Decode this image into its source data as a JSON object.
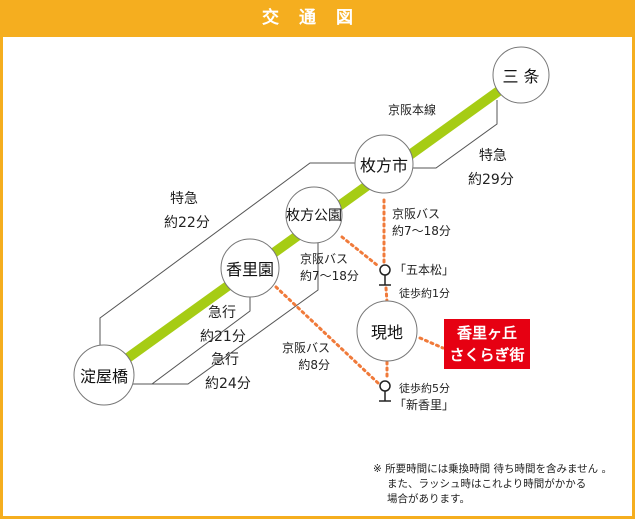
{
  "title": "交通図",
  "stations": {
    "sanjo": "三 条",
    "hirakatashi": "枚方市",
    "hirakatakoen": "枚方公園",
    "korien": "香里園",
    "yodoyabashi": "淀屋橋",
    "genchi": "現地"
  },
  "line_name": "京阪本線",
  "routes": {
    "tokkyu29": {
      "type": "特急",
      "time": "約29分"
    },
    "tokkyu22": {
      "type": "特急",
      "time": "約22分"
    },
    "kyuko21": {
      "type": "急行",
      "time": "約21分"
    },
    "kyuko24": {
      "type": "急行",
      "time": "約24分"
    },
    "bus_hirakatashi": {
      "type": "京阪バス",
      "time": "約7～18分"
    },
    "bus_hirakatakoen": {
      "type": "京阪バス",
      "time": "約7～18分"
    },
    "bus_korien": {
      "type": "京阪バス",
      "time": "約8分"
    }
  },
  "stops": {
    "gohonmatsu": "「五本松」",
    "walk1": "徒歩約1分",
    "shinkori": "「新香里」",
    "walk5": "徒歩約5分"
  },
  "property": {
    "line1": "香里ヶ丘",
    "line2": "さくらぎ街"
  },
  "note": {
    "line1": "※ 所要時間には乗換時間 待ち時間を含みません 。",
    "line2": "また、ラッシュ時はこれより時間がかかる",
    "line3": "場合があります。"
  },
  "colors": {
    "accent": "#f5ae1f",
    "rail": "#a6cc14",
    "bus": "#f07a3a",
    "property": "#e60012"
  }
}
